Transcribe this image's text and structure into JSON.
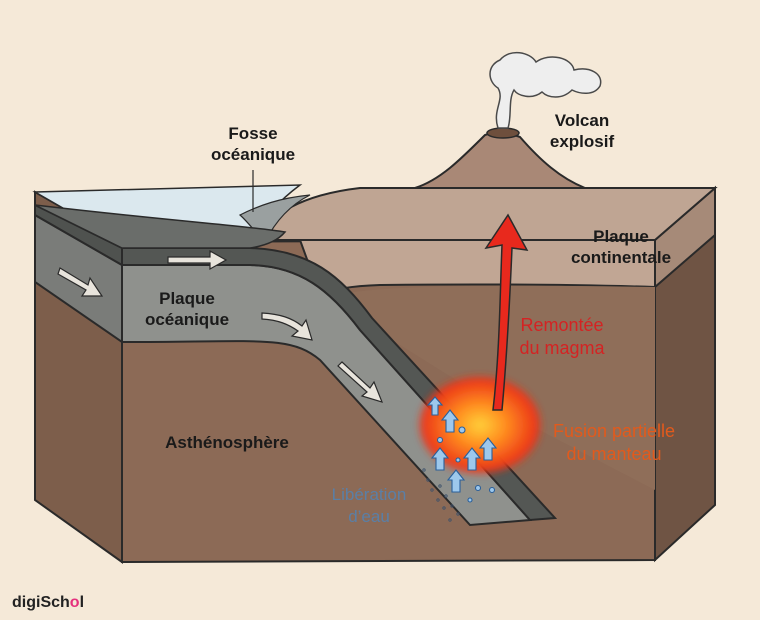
{
  "labels": {
    "fosse": [
      "Fosse",
      "océanique"
    ],
    "volcan": [
      "Volcan",
      "explosif"
    ],
    "plaque_continentale": [
      "Plaque",
      "continentale"
    ],
    "plaque_oceanique": [
      "Plaque",
      "océanique"
    ],
    "remontee": [
      "Remontée",
      "du magma"
    ],
    "fusion": [
      "Fusion partielle",
      "du manteau"
    ],
    "asthenosphere": "Asthénosphère",
    "liberation": [
      "Libération",
      "d’eau"
    ]
  },
  "brand": {
    "prefix": "digiSch",
    "accent": "o",
    "suffix": "l"
  },
  "colors": {
    "background": "#f5e9d8",
    "asthenosphere": "#8c6a56",
    "continental_plate": "#c1a694",
    "oceanic_plate": "#8f918d",
    "oceanic_crust": "#555855",
    "water": "#d7e6ec",
    "magma": "#e8291d",
    "fusion": "#f37321",
    "water_release": "#4b8fd0"
  }
}
